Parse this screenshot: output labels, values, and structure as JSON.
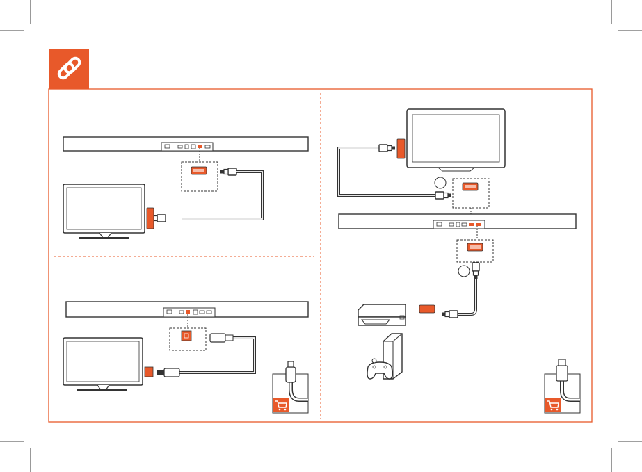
{
  "header": {
    "icon": "link-icon",
    "accent_color": "#e8592a"
  },
  "panels": [
    {
      "name": "panel-tv-hdmi-arc",
      "devices": [
        "tv",
        "soundbar",
        "hdmi-cable"
      ],
      "zoom_port": "hdmi-arc"
    },
    {
      "name": "panel-tv-optical",
      "devices": [
        "tv",
        "soundbar",
        "optical-cable"
      ],
      "zoom_port": "optical",
      "shop_badge": "shopping-cart-icon"
    },
    {
      "name": "panel-hdmi-passthrough",
      "devices": [
        "tv",
        "soundbar",
        "dvd-player",
        "game-console"
      ],
      "zoom_ports": [
        "hdmi-out-tv-arc",
        "hdmi-in"
      ],
      "step_markers": 2,
      "shop_badge": "shopping-cart-icon"
    }
  ],
  "colors": {
    "accent": "#e8592a",
    "frame": "#e8592a",
    "line": "#333333",
    "port": "#e8592a"
  }
}
